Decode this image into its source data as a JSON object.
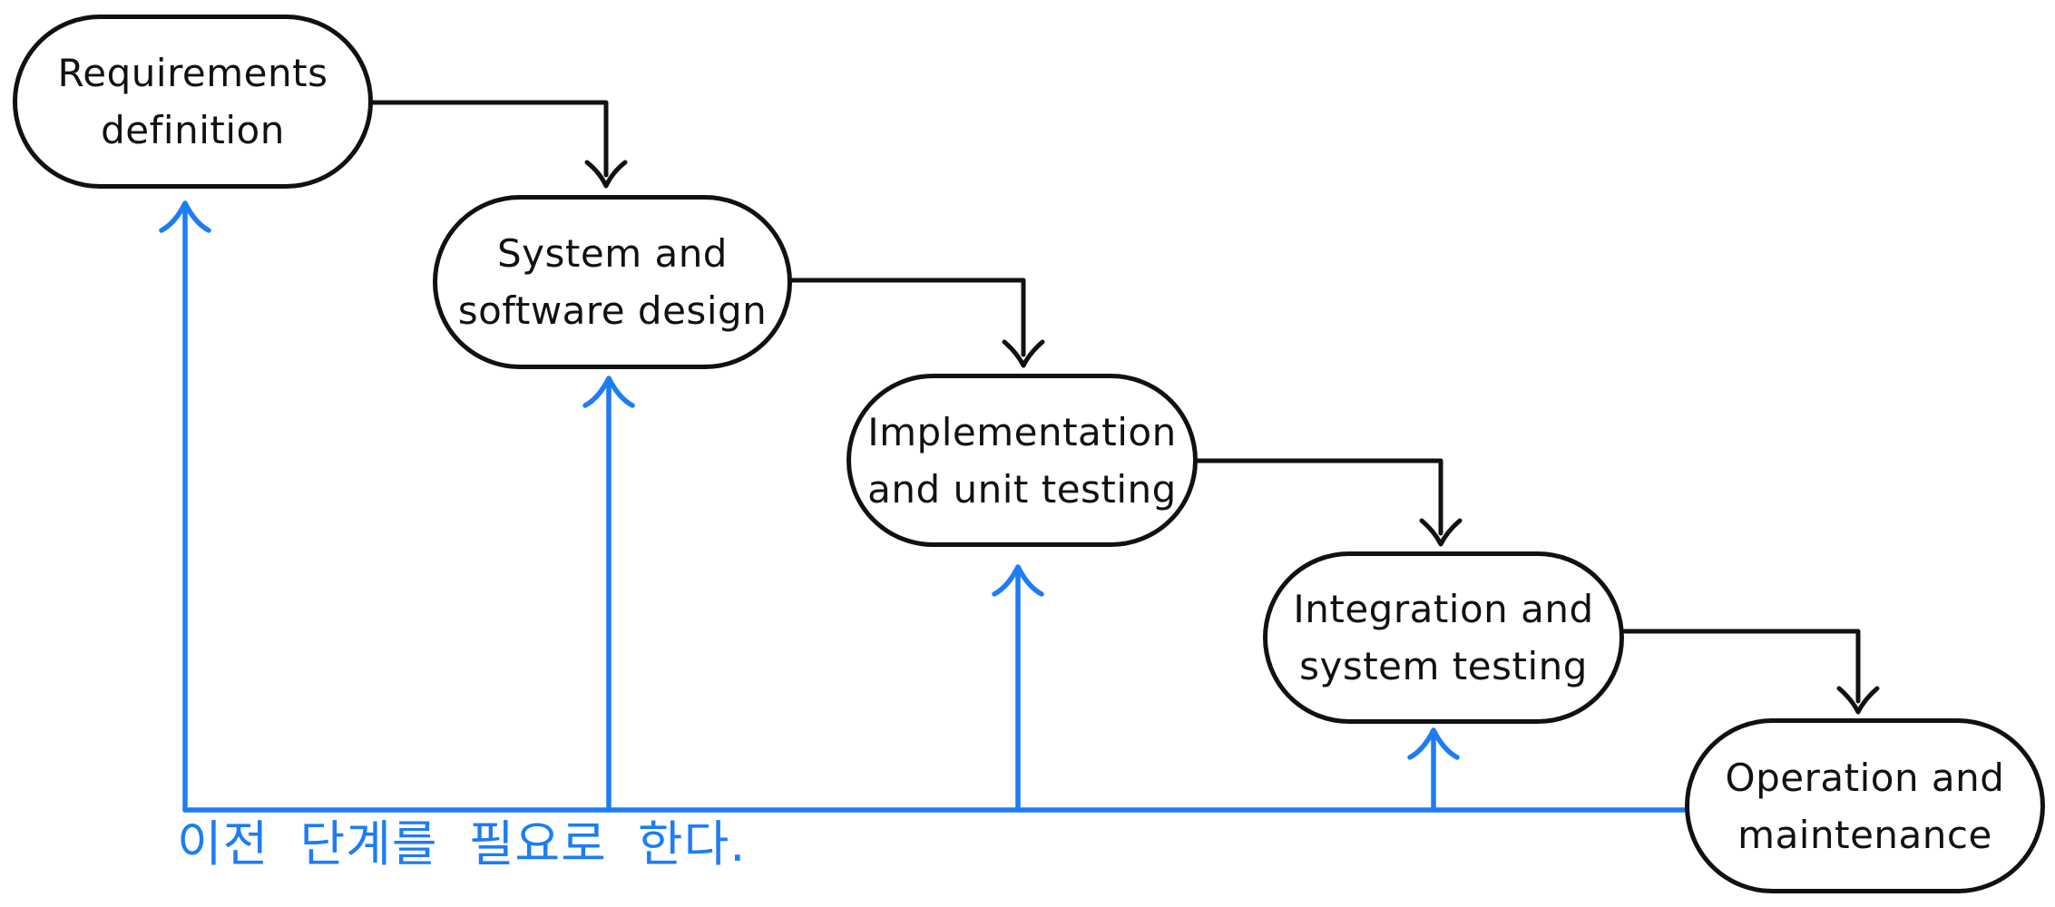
{
  "diagram": {
    "nodes": [
      {
        "id": "requirements",
        "label": "Requirements\ndefinition"
      },
      {
        "id": "design",
        "label": "System and\nsoftware design"
      },
      {
        "id": "implementation",
        "label": "Implementation\nand unit testing"
      },
      {
        "id": "integration",
        "label": "Integration and\nsystem testing"
      },
      {
        "id": "operation",
        "label": "Operation and\nmaintenance"
      }
    ],
    "flow_edges": [
      {
        "from": "requirements",
        "to": "design"
      },
      {
        "from": "design",
        "to": "implementation"
      },
      {
        "from": "implementation",
        "to": "integration"
      },
      {
        "from": "integration",
        "to": "operation"
      }
    ],
    "feedback_edges": [
      {
        "from": "operation",
        "to": "requirements"
      },
      {
        "from": "operation",
        "to": "design"
      },
      {
        "from": "operation",
        "to": "implementation"
      },
      {
        "from": "operation",
        "to": "integration"
      }
    ],
    "annotation": {
      "text": "이전 단계를 필요로 한다."
    },
    "colors": {
      "ink": "#111111",
      "accent": "#1e7cf5",
      "background": "#ffffff"
    }
  }
}
